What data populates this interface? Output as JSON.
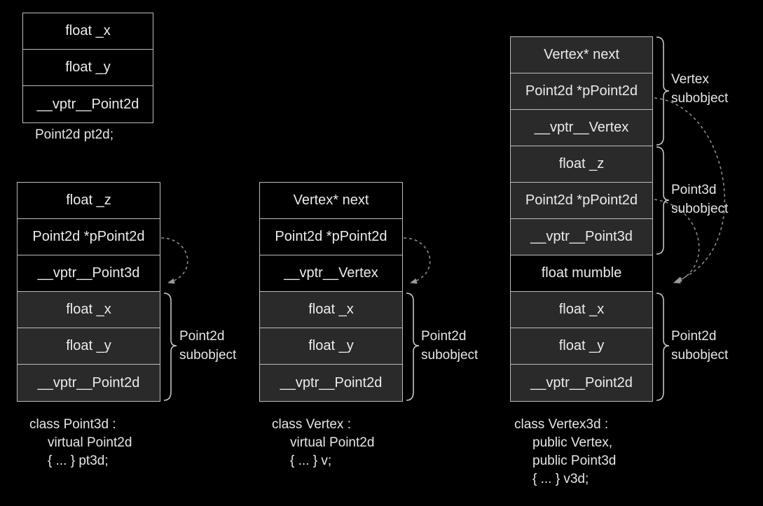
{
  "pt2d": {
    "cells": [
      "float _x",
      "float _y",
      "__vptr__Point2d"
    ],
    "caption": [
      "Point2d pt2d;"
    ]
  },
  "pt3d": {
    "cells": [
      "float _z",
      "Point2d *pPoint2d",
      "__vptr__Point3d",
      "float _x",
      "float _y",
      "__vptr__Point2d"
    ],
    "subobject_label": [
      "Point2d",
      "subobject"
    ],
    "caption": [
      "class Point3d :",
      "virtual Point2d",
      "{ ... } pt3d;"
    ]
  },
  "v": {
    "cells": [
      "Vertex* next",
      "Point2d *pPoint2d",
      "__vptr__Vertex",
      "float _x",
      "float _y",
      "__vptr__Point2d"
    ],
    "subobject_label": [
      "Point2d",
      "subobject"
    ],
    "caption": [
      "class Vertex :",
      "virtual Point2d",
      "{ ... } v;"
    ]
  },
  "v3d": {
    "cells": [
      "Vertex* next",
      "Point2d *pPoint2d",
      "__vptr__Vertex",
      "float _z",
      "Point2d *pPoint2d",
      "__vptr__Point3d",
      "float mumble",
      "float _x",
      "float _y",
      "__vptr__Point2d"
    ],
    "labels": {
      "vertex": [
        "Vertex",
        "subobject"
      ],
      "point3d": [
        "Point3d",
        "subobject"
      ],
      "point2d": [
        "Point2d",
        "subobject"
      ]
    },
    "caption": [
      "class Vertex3d :",
      "public Vertex,",
      "public Point3d",
      "{ ... } v3d;"
    ]
  }
}
